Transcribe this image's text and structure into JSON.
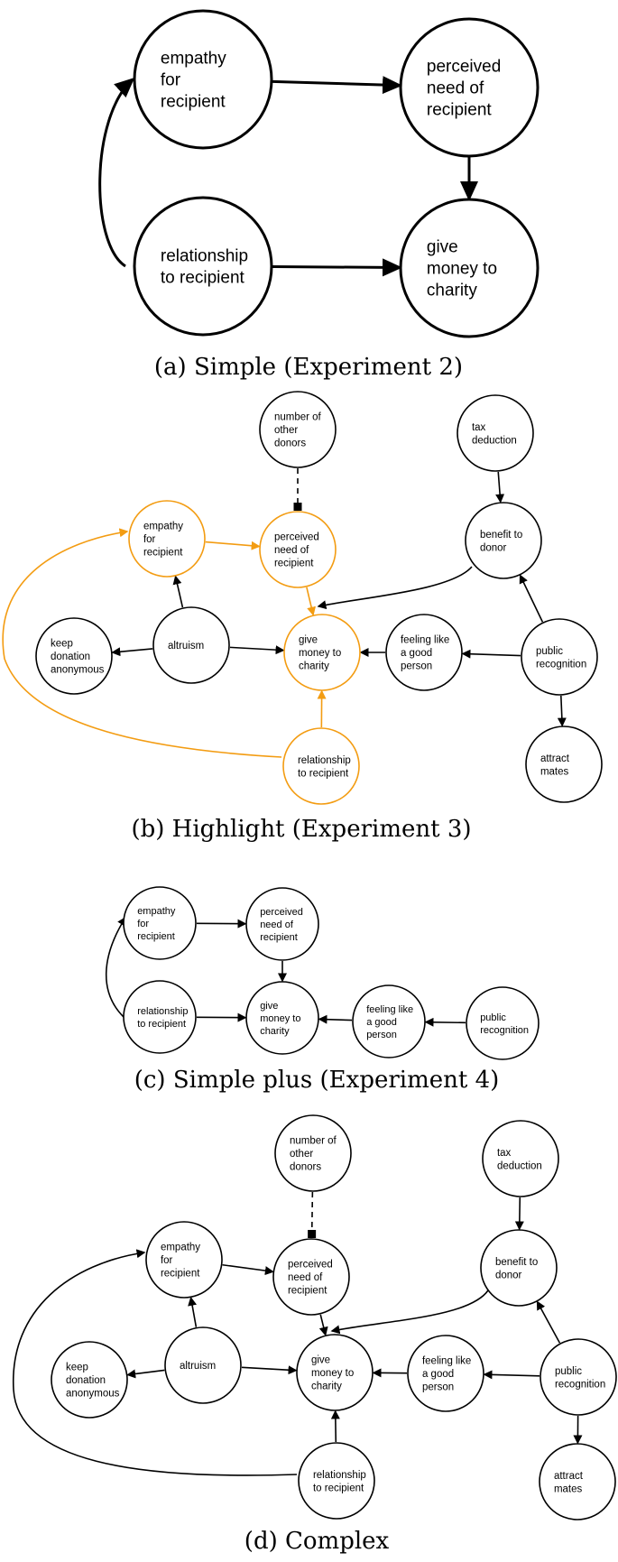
{
  "colors": {
    "stroke": "#000000",
    "highlight": "#f39c12",
    "background": "#ffffff"
  },
  "panels": [
    {
      "id": "a",
      "caption": "(a) Simple (Experiment 2)",
      "nodes": [
        {
          "id": "empathy",
          "lines": [
            "empathy",
            "for",
            "recipient"
          ]
        },
        {
          "id": "need",
          "lines": [
            "perceived",
            "need of",
            "recipient"
          ]
        },
        {
          "id": "relationship",
          "lines": [
            "relationship",
            "to recipient"
          ]
        },
        {
          "id": "give",
          "lines": [
            "give",
            "money to",
            "charity"
          ]
        }
      ]
    },
    {
      "id": "b",
      "caption": "(b) Highlight (Experiment 3)",
      "nodes": [
        {
          "id": "donors",
          "lines": [
            "number of",
            "other",
            "donors"
          ]
        },
        {
          "id": "tax",
          "lines": [
            "tax",
            "deduction"
          ]
        },
        {
          "id": "empathy",
          "lines": [
            "empathy",
            "for",
            "recipient"
          ],
          "highlight": true
        },
        {
          "id": "need",
          "lines": [
            "perceived",
            "need of",
            "recipient"
          ],
          "highlight": true
        },
        {
          "id": "benefit",
          "lines": [
            "benefit to",
            "donor"
          ]
        },
        {
          "id": "keep",
          "lines": [
            "keep",
            "donation",
            "anonymous"
          ]
        },
        {
          "id": "altruism",
          "lines": [
            "altruism"
          ]
        },
        {
          "id": "give",
          "lines": [
            "give",
            "money to",
            "charity"
          ],
          "highlight": true
        },
        {
          "id": "feeling",
          "lines": [
            "feeling like",
            "a good",
            "person"
          ]
        },
        {
          "id": "public",
          "lines": [
            "public",
            "recognition"
          ]
        },
        {
          "id": "relationship",
          "lines": [
            "relationship",
            "to recipient"
          ],
          "highlight": true
        },
        {
          "id": "mates",
          "lines": [
            "attract",
            "mates"
          ]
        }
      ]
    },
    {
      "id": "c",
      "caption": "(c) Simple plus (Experiment 4)",
      "nodes": [
        {
          "id": "empathy",
          "lines": [
            "empathy",
            "for",
            "recipient"
          ]
        },
        {
          "id": "need",
          "lines": [
            "perceived",
            "need of",
            "recipient"
          ]
        },
        {
          "id": "relationship",
          "lines": [
            "relationship",
            "to recipient"
          ]
        },
        {
          "id": "give",
          "lines": [
            "give",
            "money to",
            "charity"
          ]
        },
        {
          "id": "feeling",
          "lines": [
            "feeling like",
            "a good",
            "person"
          ]
        },
        {
          "id": "public",
          "lines": [
            "public",
            "recognition"
          ]
        }
      ]
    },
    {
      "id": "d",
      "caption": "(d) Complex",
      "nodes": [
        {
          "id": "donors",
          "lines": [
            "number of",
            "other",
            "donors"
          ]
        },
        {
          "id": "tax",
          "lines": [
            "tax",
            "deduction"
          ]
        },
        {
          "id": "empathy",
          "lines": [
            "empathy",
            "for",
            "recipient"
          ]
        },
        {
          "id": "need",
          "lines": [
            "perceived",
            "need of",
            "recipient"
          ]
        },
        {
          "id": "benefit",
          "lines": [
            "benefit to",
            "donor"
          ]
        },
        {
          "id": "keep",
          "lines": [
            "keep",
            "donation",
            "anonymous"
          ]
        },
        {
          "id": "altruism",
          "lines": [
            "altruism"
          ]
        },
        {
          "id": "give",
          "lines": [
            "give",
            "money to",
            "charity"
          ]
        },
        {
          "id": "feeling",
          "lines": [
            "feeling like",
            "a good",
            "person"
          ]
        },
        {
          "id": "public",
          "lines": [
            "public",
            "recognition"
          ]
        },
        {
          "id": "relationship",
          "lines": [
            "relationship",
            "to recipient"
          ]
        },
        {
          "id": "mates",
          "lines": [
            "attract",
            "mates"
          ]
        }
      ]
    }
  ]
}
